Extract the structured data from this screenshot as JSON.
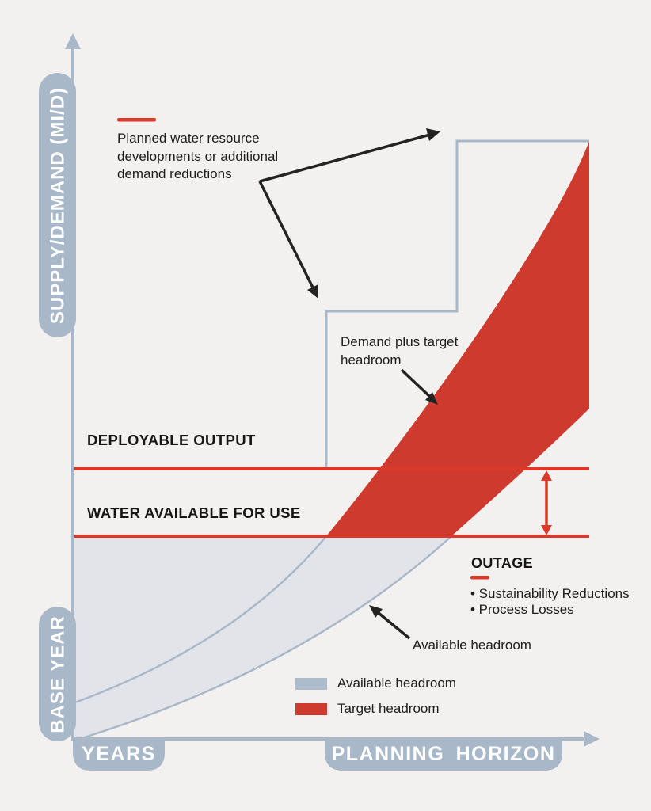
{
  "colors": {
    "background": "#f2f1ef",
    "axis_blue": "#a9b8c9",
    "available_headroom_fill": "#e2e4ea",
    "target_headroom_red": "#ce3a2e",
    "red_line": "#dc392b",
    "arrow_black": "#232323",
    "text": "#1d1d1b",
    "capsule_text": "#ffffff"
  },
  "axes": {
    "y_label": "SUPPLY/DEMAND (MI/D)",
    "base_year": "BASE YEAR",
    "years": "YEARS",
    "planning_horizon": "PLANNING HORIZON"
  },
  "level_lines": {
    "deployable_output": "DEPLOYABLE OUTPUT",
    "water_available": "WATER AVAILABLE FOR USE"
  },
  "annotations": {
    "planned": "Planned water resource developments or additional demand reductions",
    "demand_plus": "Demand plus target headroom",
    "outage_title": "OUTAGE",
    "outage_items": [
      "• Sustainability Reductions",
      "• Process Losses"
    ],
    "available_headroom": "Available headroom"
  },
  "legend": {
    "items": [
      {
        "label": "Available headroom",
        "color": "#adbccb",
        "swatch_style": "background:#adbccb"
      },
      {
        "label": "Target headroom",
        "color": "#ce3a2e",
        "swatch_style": "background:#ce3a2e"
      }
    ]
  }
}
